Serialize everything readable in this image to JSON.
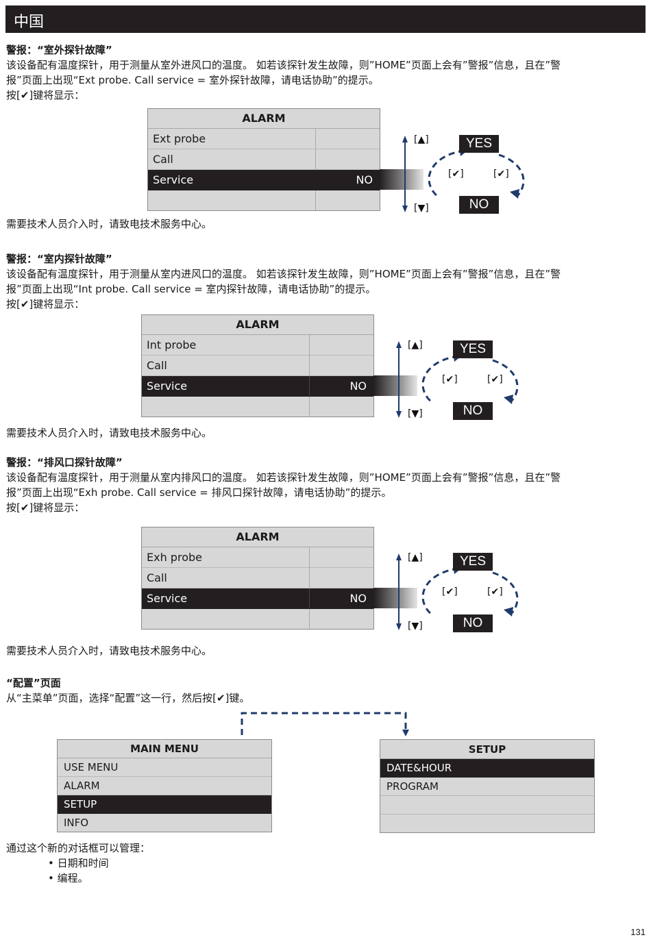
{
  "header": {
    "title": "中国"
  },
  "sections": [
    {
      "heading": "警报：“室外探针故障”",
      "line1": "该设备配有温度探针，用于测量从室外进风口的温度。  如若该探针发生故障，则”HOME”页面上会有”警报”信息，且在”警",
      "line2": "报”页面上出现“Ext probe. Call service = 室外探针故障，请电话协助”的提示。",
      "line3": "按[✔]键将显示：",
      "lcd": {
        "title": "ALARM",
        "rows": [
          "Ext probe",
          "Call",
          "Service",
          ""
        ],
        "value": "NO"
      },
      "footer": "需要技术人员介入时，请致电技术服务中心。"
    },
    {
      "heading": "警报：“室内探针故障”",
      "line1": "该设备配有温度探针，用于测量从室内进风口的温度。  如若该探针发生故障，则”HOME”页面上会有”警报”信息，且在”警",
      "line2": "报”页面上出现“Int probe. Call service = 室内探针故障，请电话协助”的提示。",
      "line3": "按[✔]键将显示：",
      "lcd": {
        "title": "ALARM",
        "rows": [
          "Int probe",
          "Call",
          "Service",
          ""
        ],
        "value": "NO"
      },
      "footer": "需要技术人员介入时，请致电技术服务中心。"
    },
    {
      "heading": "警报：“排风口探针故障”",
      "line1": "该设备配有温度探针，用于测量从室内排风口的温度。  如若该探针发生故障，则”HOME”页面上会有”警报”信息，且在”警",
      "line2": "报”页面上出现“Exh probe. Call service = 排风口探针故障，请电话协助”的提示。",
      "line3": "按[✔]键将显示：",
      "lcd": {
        "title": "ALARM",
        "rows": [
          "Exh probe",
          "Call",
          "Service",
          ""
        ],
        "value": "NO"
      },
      "footer": "需要技术人员介入时，请致电技术服务中心。"
    }
  ],
  "nav": {
    "yes": "YES",
    "no": "NO",
    "up_key": "[▲]",
    "down_key": "[▼]",
    "ok_key": "[✔]"
  },
  "setup_section": {
    "heading": "“配置”页面",
    "intro": "从“主菜单”页面，选择“配置”这一行，然后按[✔]键。",
    "main_menu": {
      "title": "MAIN MENU",
      "items": [
        "USE MENU",
        "ALARM",
        "SETUP",
        "INFO"
      ]
    },
    "setup_menu": {
      "title": "SETUP",
      "items": [
        "DATE&HOUR",
        "PROGRAM",
        "",
        ""
      ]
    },
    "manage_text": "通过这个新的对话框可以管理：",
    "bullets": [
      "• 日期和时间",
      "• 编程。"
    ]
  },
  "page_number": "131"
}
